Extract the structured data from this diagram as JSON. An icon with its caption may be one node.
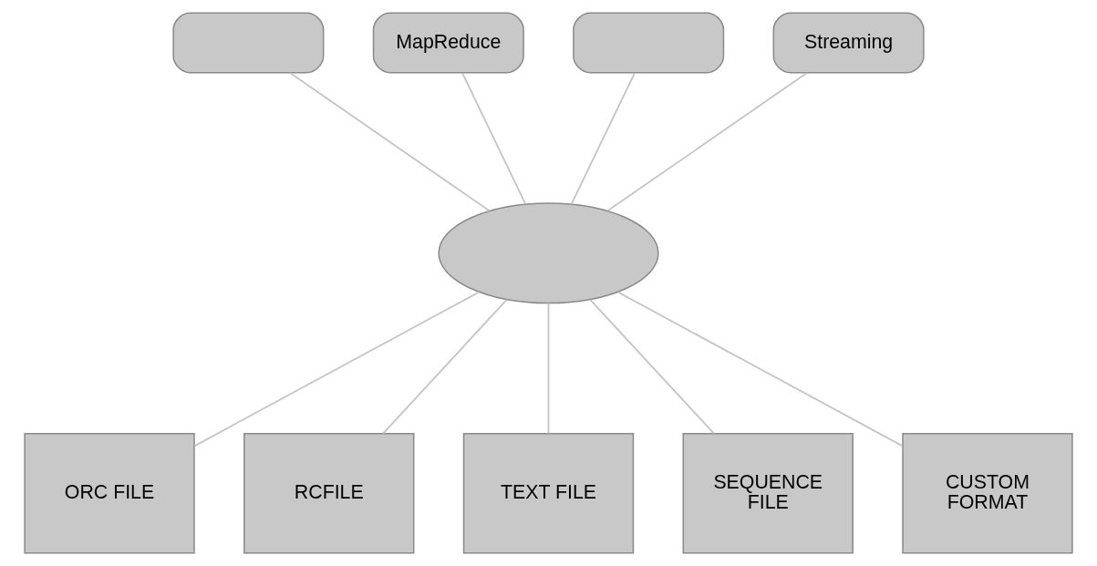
{
  "diagram": {
    "nodes": [
      {
        "text": [],
        "shape": "box"
      },
      {
        "text": [
          "MapReduce"
        ]
      },
      {
        "text": [],
        "shape": "box"
      },
      {
        "text": [
          "Streaming"
        ]
      },
      {
        "text": [],
        "shape": "ellipse"
      },
      {
        "text": [
          "ORC FILE"
        ]
      },
      {
        "text": [
          "RCFILE"
        ]
      },
      {
        "text": [
          "TEXT FILE"
        ]
      },
      {
        "text": [
          "SEQUENCE FILE"
        ]
      },
      {
        "text": [
          "CUSTOM FORMAT"
        ]
      }
    ],
    "edges": [
      {
        "from": 0,
        "to": 4,
        "arrow": "none"
      },
      {
        "from": 1,
        "to": 4,
        "arrow": "none"
      },
      {
        "from": 2,
        "to": 4,
        "arrow": "none"
      },
      {
        "from": 3,
        "to": 4,
        "arrow": "none"
      },
      {
        "from": 4,
        "to": 5,
        "arrow": "none"
      },
      {
        "from": 4,
        "to": 6,
        "arrow": "none"
      },
      {
        "from": 4,
        "to": 7,
        "arrow": "none"
      },
      {
        "from": 4,
        "to": 8,
        "arrow": "none"
      },
      {
        "from": 4,
        "to": 9,
        "arrow": "none"
      }
    ]
  }
}
